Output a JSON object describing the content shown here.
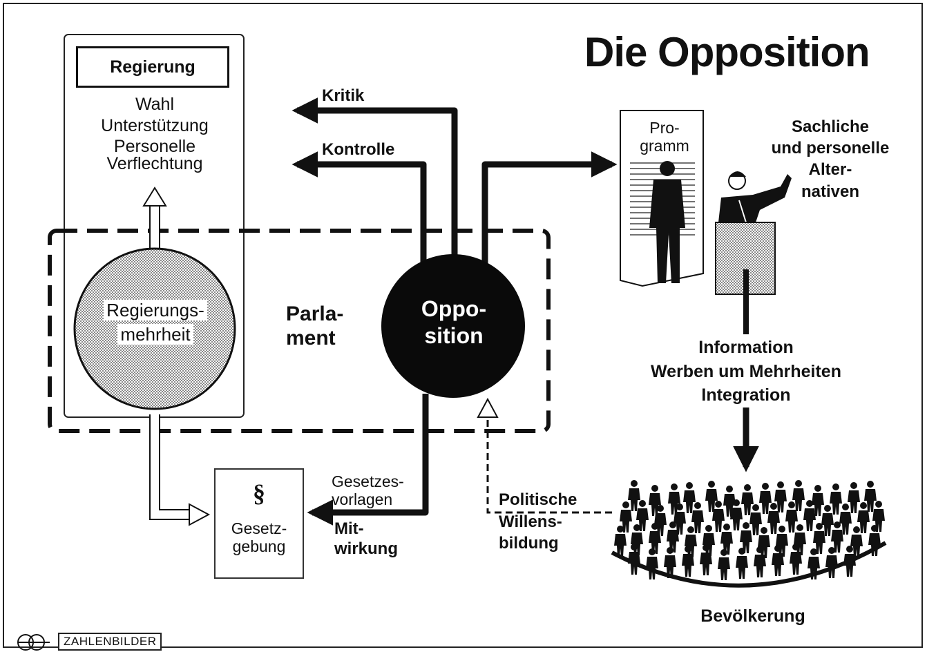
{
  "title": "Die Opposition",
  "regierung": {
    "heading": "Regierung",
    "items": [
      "Wahl",
      "Unterstützung",
      "Personelle",
      "Verflechtung"
    ]
  },
  "regierungsmehrheit": {
    "line1": "Regierungs-",
    "line2": "mehrheit"
  },
  "parlament": {
    "line1": "Parla-",
    "line2": "ment"
  },
  "opposition": {
    "line1": "Oppo-",
    "line2": "sition"
  },
  "arrows": {
    "kritik": "Kritik",
    "kontrolle": "Kontrolle",
    "gesetzesvorlagen": {
      "line1": "Gesetzes-",
      "line2": "vorlagen"
    },
    "mitwirkung": {
      "line1": "Mit-",
      "line2": "wirkung"
    },
    "politische_willensbildung": {
      "line1": "Politische",
      "line2": "Willens-",
      "line3": "bildung"
    }
  },
  "gesetzgebung": {
    "symbol": "§",
    "line1": "Gesetz-",
    "line2": "gebung"
  },
  "programm": {
    "line1": "Pro-",
    "line2": "gramm"
  },
  "alternativen": {
    "line1": "Sachliche",
    "line2": "und personelle",
    "line3": "Alter-",
    "line4": "nativen"
  },
  "information": {
    "line1": "Information",
    "line2": "Werben um Mehrheiten",
    "line3": "Integration"
  },
  "bevoelkerung": "Bevölkerung",
  "logo": {
    "text": "ZAHLENBILDER",
    "icon": "interlocked-rings-icon"
  },
  "colors": {
    "ink": "#111111",
    "hatch": "#b8b8b8",
    "paper": "#ffffff"
  }
}
